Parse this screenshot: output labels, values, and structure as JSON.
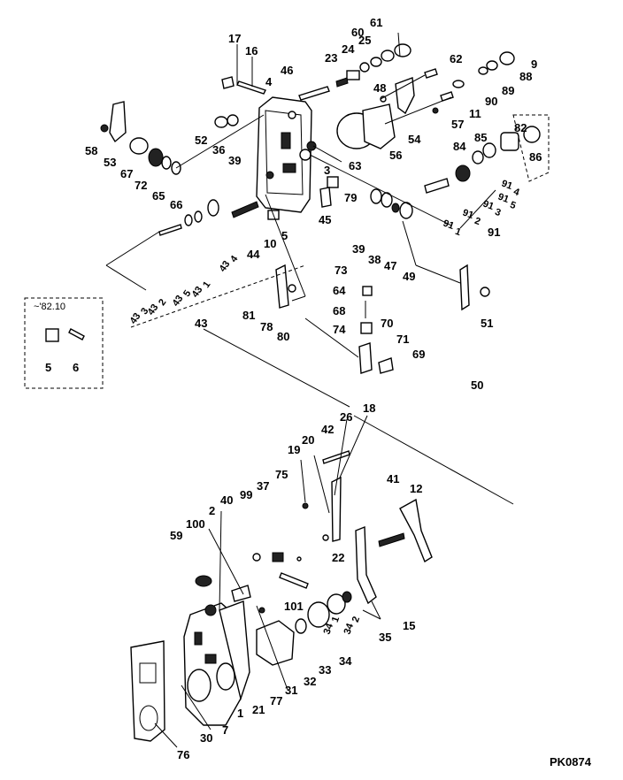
{
  "drawing_code": "PK0874",
  "inset": {
    "title": "~'82.10"
  },
  "callouts": [
    {
      "id": "p61",
      "text": "61"
    },
    {
      "id": "p60t",
      "text": "60"
    },
    {
      "id": "p25",
      "text": "25"
    },
    {
      "id": "p24",
      "text": "24"
    },
    {
      "id": "p23",
      "text": "23"
    },
    {
      "id": "p17",
      "text": "17"
    },
    {
      "id": "p16",
      "text": "16"
    },
    {
      "id": "p46",
      "text": "46"
    },
    {
      "id": "p4",
      "text": "4"
    },
    {
      "id": "p62",
      "text": "62"
    },
    {
      "id": "p9",
      "text": "9"
    },
    {
      "id": "p88",
      "text": "88"
    },
    {
      "id": "p89",
      "text": "89"
    },
    {
      "id": "p48",
      "text": "48"
    },
    {
      "id": "p90",
      "text": "90"
    },
    {
      "id": "p11",
      "text": "11"
    },
    {
      "id": "p57",
      "text": "57"
    },
    {
      "id": "p54",
      "text": "54"
    },
    {
      "id": "p58",
      "text": "58"
    },
    {
      "id": "p53",
      "text": "53"
    },
    {
      "id": "p52",
      "text": "52"
    },
    {
      "id": "p36",
      "text": "36"
    },
    {
      "id": "p39a",
      "text": "39"
    },
    {
      "id": "p63",
      "text": "63"
    },
    {
      "id": "p56",
      "text": "56"
    },
    {
      "id": "p82",
      "text": "82"
    },
    {
      "id": "p84",
      "text": "84"
    },
    {
      "id": "p85",
      "text": "85"
    },
    {
      "id": "p86",
      "text": "86"
    },
    {
      "id": "p67",
      "text": "67"
    },
    {
      "id": "p72",
      "text": "72"
    },
    {
      "id": "p65",
      "text": "65"
    },
    {
      "id": "p66",
      "text": "66"
    },
    {
      "id": "p3",
      "text": "3"
    },
    {
      "id": "p79",
      "text": "79"
    },
    {
      "id": "p45",
      "text": "45"
    },
    {
      "id": "p39b",
      "text": "39"
    },
    {
      "id": "p38",
      "text": "38"
    },
    {
      "id": "p47",
      "text": "47"
    },
    {
      "id": "p49",
      "text": "49"
    },
    {
      "id": "p91",
      "text": "91"
    },
    {
      "id": "p10",
      "text": "10"
    },
    {
      "id": "p5a",
      "text": "5"
    },
    {
      "id": "p44",
      "text": "44"
    },
    {
      "id": "p73",
      "text": "73"
    },
    {
      "id": "p64",
      "text": "64"
    },
    {
      "id": "p68",
      "text": "68"
    },
    {
      "id": "p74",
      "text": "74"
    },
    {
      "id": "p70",
      "text": "70"
    },
    {
      "id": "p71",
      "text": "71"
    },
    {
      "id": "p69",
      "text": "69"
    },
    {
      "id": "p51",
      "text": "51"
    },
    {
      "id": "p50",
      "text": "50"
    },
    {
      "id": "p81",
      "text": "81"
    },
    {
      "id": "p78",
      "text": "78"
    },
    {
      "id": "p80",
      "text": "80"
    },
    {
      "id": "p43",
      "text": "43"
    },
    {
      "id": "p5b",
      "text": "5"
    },
    {
      "id": "p6",
      "text": "6"
    },
    {
      "id": "p26",
      "text": "26"
    },
    {
      "id": "p18",
      "text": "18"
    },
    {
      "id": "p42",
      "text": "42"
    },
    {
      "id": "p20",
      "text": "20"
    },
    {
      "id": "p19",
      "text": "19"
    },
    {
      "id": "p75",
      "text": "75"
    },
    {
      "id": "p41",
      "text": "41"
    },
    {
      "id": "p12",
      "text": "12"
    },
    {
      "id": "p37",
      "text": "37"
    },
    {
      "id": "p99",
      "text": "99"
    },
    {
      "id": "p40",
      "text": "40"
    },
    {
      "id": "p2",
      "text": "2"
    },
    {
      "id": "p100",
      "text": "100"
    },
    {
      "id": "p59",
      "text": "59"
    },
    {
      "id": "p22",
      "text": "22"
    },
    {
      "id": "p101",
      "text": "101"
    },
    {
      "id": "p35",
      "text": "35"
    },
    {
      "id": "p15",
      "text": "15"
    },
    {
      "id": "p34",
      "text": "34"
    },
    {
      "id": "p33",
      "text": "33"
    },
    {
      "id": "p32",
      "text": "32"
    },
    {
      "id": "p31",
      "text": "31"
    },
    {
      "id": "p77",
      "text": "77"
    },
    {
      "id": "p21",
      "text": "21"
    },
    {
      "id": "p1",
      "text": "1"
    },
    {
      "id": "p7",
      "text": "7"
    },
    {
      "id": "p30",
      "text": "30"
    },
    {
      "id": "p76",
      "text": "76"
    }
  ],
  "fraction_callouts": [
    {
      "id": "f91_4",
      "whole": "91",
      "num": "4"
    },
    {
      "id": "f91_5",
      "whole": "91",
      "num": "5"
    },
    {
      "id": "f91_3",
      "whole": "91",
      "num": "3"
    },
    {
      "id": "f91_2",
      "whole": "91",
      "num": "2"
    },
    {
      "id": "f91_1",
      "whole": "91",
      "num": "1"
    },
    {
      "id": "f43_4",
      "whole": "43",
      "num": "4"
    },
    {
      "id": "f43_1",
      "whole": "43",
      "num": "1"
    },
    {
      "id": "f43_5",
      "whole": "43",
      "num": "5"
    },
    {
      "id": "f43_2",
      "whole": "43",
      "num": "2"
    },
    {
      "id": "f43_3",
      "whole": "43",
      "num": "3"
    },
    {
      "id": "f34_1",
      "whole": "34",
      "num": "1"
    },
    {
      "id": "f34_2",
      "whole": "34",
      "num": "2"
    }
  ]
}
